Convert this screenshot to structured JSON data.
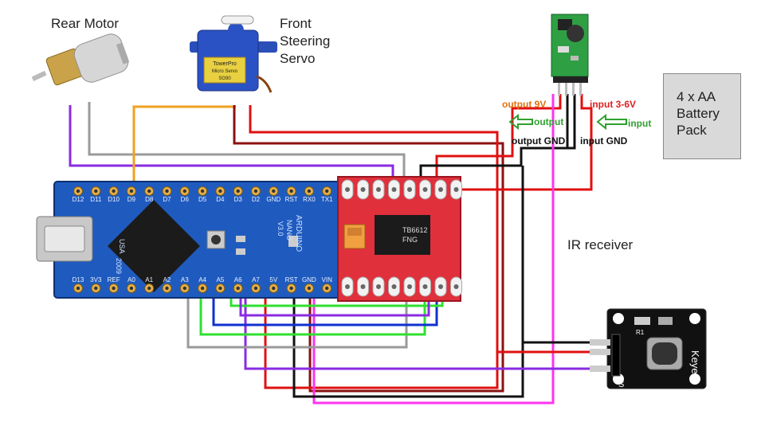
{
  "labels": {
    "rear_motor": "Rear Motor",
    "servo_line1": "Front",
    "servo_line2": "Steering",
    "servo_line3": "Servo",
    "battery_line1": "4 x AA",
    "battery_line2": "Battery",
    "battery_line3": "Pack",
    "ir_receiver": "IR receiver",
    "output_9v": "output  9V",
    "input_3_6v": "input 3-6V",
    "output_arrow": "output",
    "input_arrow": "input",
    "output_gnd": "output GND",
    "input_gnd": "input GND",
    "ir_keyes": "Keyes",
    "ir_s": "S",
    "ir_r1": "R1"
  },
  "arduino": {
    "top_pins": [
      "D12",
      "D11",
      "D10",
      "D9",
      "D8",
      "D7",
      "D6",
      "D5",
      "D4",
      "D3",
      "D2",
      "GND",
      "RST",
      "RX0",
      "TX1"
    ],
    "bottom_pins": [
      "D13",
      "3V3",
      "REF",
      "A0",
      "A1",
      "A2",
      "A3",
      "A4",
      "A5",
      "A6",
      "A7",
      "5V",
      "RST",
      "GND",
      "VIN"
    ],
    "chip_text_1": "ARDUINO",
    "chip_text_2": "NANO",
    "chip_text_3": "V3.0",
    "year": "2009",
    "usa": "USA"
  },
  "driver": {
    "chip_line1": "TB6612",
    "chip_line2": "FNG"
  },
  "servo": {
    "brand": "TowerPro",
    "model": "Micro Servo",
    "sub": "SG90"
  },
  "colors": {
    "purple": "#8a2be2",
    "gray": "#9a9a9a",
    "orange": "#f0a020",
    "red": "#e01010",
    "darkred": "#8b1010",
    "black": "#111111",
    "magenta": "#ff33ee",
    "blue": "#1030d0",
    "green": "#30e030",
    "label_orange": "#e07010",
    "label_red": "#e02020",
    "label_green": "#30a030"
  }
}
